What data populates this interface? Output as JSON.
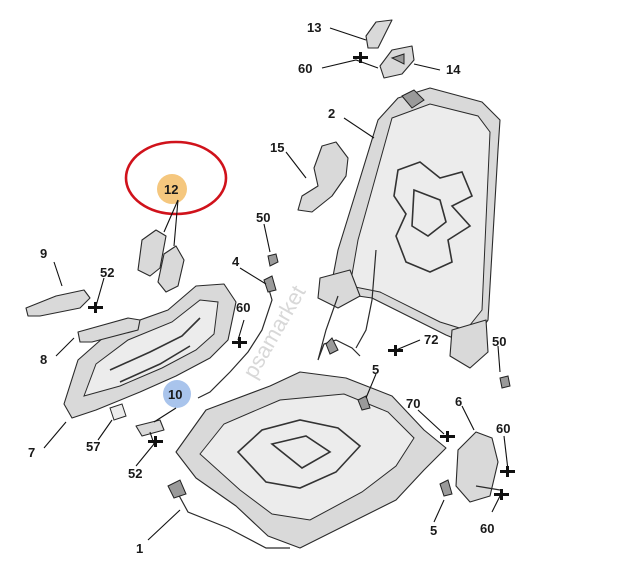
{
  "diagram": {
    "callouts": [
      {
        "id": "c1",
        "text": "1"
      },
      {
        "id": "c2",
        "text": "2"
      },
      {
        "id": "c4",
        "text": "4"
      },
      {
        "id": "c5",
        "text": "5"
      },
      {
        "id": "c5b",
        "text": "5"
      },
      {
        "id": "c6",
        "text": "6"
      },
      {
        "id": "c7",
        "text": "7"
      },
      {
        "id": "c8",
        "text": "8"
      },
      {
        "id": "c9",
        "text": "9"
      },
      {
        "id": "c10",
        "text": "10"
      },
      {
        "id": "c12",
        "text": "12"
      },
      {
        "id": "c13",
        "text": "13"
      },
      {
        "id": "c14",
        "text": "14"
      },
      {
        "id": "c15",
        "text": "15"
      },
      {
        "id": "c50a",
        "text": "50"
      },
      {
        "id": "c50b",
        "text": "50"
      },
      {
        "id": "c52a",
        "text": "52"
      },
      {
        "id": "c52b",
        "text": "52"
      },
      {
        "id": "c57",
        "text": "57"
      },
      {
        "id": "c60a",
        "text": "60"
      },
      {
        "id": "c60b",
        "text": "60"
      },
      {
        "id": "c60c",
        "text": "60"
      },
      {
        "id": "c60d",
        "text": "60"
      },
      {
        "id": "c70",
        "text": "70"
      },
      {
        "id": "c72",
        "text": "72"
      }
    ],
    "highlights": {
      "c12": "#f5c77e",
      "c10": "#a9c4ec",
      "annotation_ellipse": "#d0121b"
    },
    "watermark": "psamarket"
  }
}
